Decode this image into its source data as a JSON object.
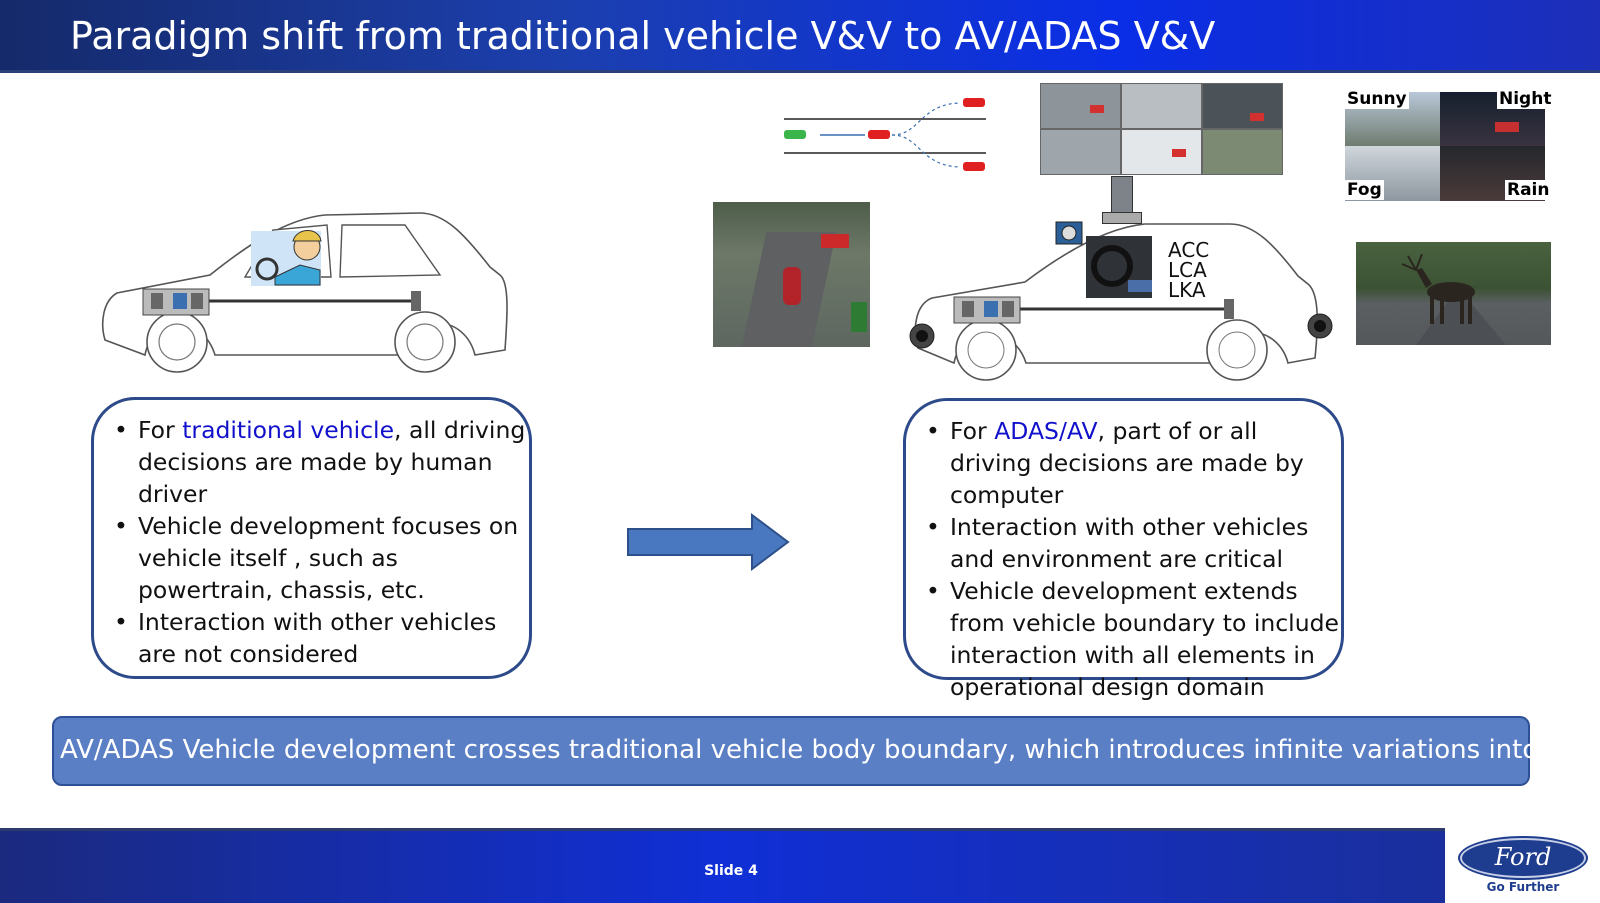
{
  "header": {
    "title": "Paradigm shift from traditional vehicle V&V to AV/ADAS V&V"
  },
  "left_box": {
    "items": [
      {
        "prefix": "For ",
        "highlight": "traditional vehicle",
        "suffix": ", all driving decisions are made by human driver"
      },
      {
        "text": "Vehicle development focuses on vehicle itself , such as powertrain, chassis, etc."
      },
      {
        "text": "Interaction with other vehicles are not considered"
      }
    ]
  },
  "right_box": {
    "items": [
      {
        "prefix": "For ",
        "highlight": "ADAS/AV",
        "suffix": ", part of or all driving decisions are made by computer"
      },
      {
        "text": "Interaction with other vehicles and environment are critical"
      },
      {
        "text": "Vehicle development extends from vehicle boundary to include interaction with all elements in operational design domain"
      }
    ]
  },
  "features": [
    "ACC",
    "LCA",
    "LKA"
  ],
  "weather": {
    "sunny": "Sunny",
    "night": "Night",
    "fog": "Fog",
    "rain": "Rain"
  },
  "banner": {
    "text": "AV/ADAS Vehicle development crosses traditional vehicle body boundary, which introduces infinite variations into V&V"
  },
  "footer": {
    "slide": "Slide 4"
  },
  "logo": {
    "brand": "Ford",
    "tagline": "Go Further"
  },
  "colors": {
    "header_blue": "#1c3fae",
    "highlight": "#1111cc",
    "banner": "#5b7fc5",
    "arrow": "#4a78c0"
  }
}
